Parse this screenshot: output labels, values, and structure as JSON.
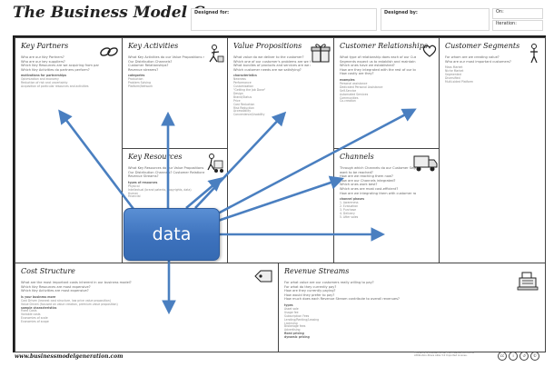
{
  "header": {
    "title": "The Business Model Canvas",
    "designed_for": "Designed for:",
    "designed_by": "Designed by:",
    "on": "On:",
    "iteration": "Iteration:"
  },
  "blocks": {
    "key_partners": {
      "title": "Key Partners",
      "questions": [
        "Who are our Key Partners?",
        "Who are our key suppliers?",
        "Which Key Resources are we acquiring from partners?",
        "Which Key Activities do partners perform?"
      ],
      "categories": [
        "motivations for partnerships",
        "Optimization and economy",
        "Reduction of risk and uncertainty",
        "Acquisition of particular resources and activities"
      ]
    },
    "key_activities": {
      "title": "Key Activities",
      "questions": [
        "What Key Activities do our Value Propositions require?",
        "Our Distribution Channels?",
        "Customer Relationships?",
        "Revenue streams?"
      ],
      "categories": [
        "categories",
        "Production",
        "Problem Solving",
        "Platform/Network"
      ]
    },
    "key_resources": {
      "title": "Key Resources",
      "questions": [
        "What Key Resources do our Value Propositions require?",
        "Our Distribution Channels? Customer Relationships?",
        "Revenue Streams?"
      ],
      "categories": [
        "types of resources",
        "Physical",
        "Intellectual (brand patents, copyrights, data)",
        "Human",
        "Financial"
      ]
    },
    "value_propositions": {
      "title": "Value Propositions",
      "questions": [
        "What value do we deliver to the customer?",
        "Which one of our customer's problems are we helping to solve?",
        "What bundles of products and services are we offering to each Customer Segment?",
        "Which customer needs are we satisfying?"
      ],
      "categories": [
        "characteristics",
        "Newness",
        "Performance",
        "Customization",
        "\"Getting the Job Done\"",
        "Design",
        "Brand/Status",
        "Price",
        "Cost Reduction",
        "Risk Reduction",
        "Accessibility",
        "Convenience/Usability"
      ]
    },
    "customer_relationships": {
      "title": "Customer Relationships",
      "questions": [
        "What type of relationship does each of our Customer",
        "Segments expect us to establish and maintain with them?",
        "Which ones have we established?",
        "How are they integrated with the rest of our business model?",
        "How costly are they?"
      ],
      "categories": [
        "examples",
        "Personal assistance",
        "Dedicated Personal Assistance",
        "Self-Service",
        "Automated Services",
        "Communities",
        "Co-creation"
      ]
    },
    "customer_segments": {
      "title": "Customer Segments",
      "questions": [
        "For whom are we creating value?",
        "Who are our most important customers?"
      ],
      "categories": [
        "Mass Market",
        "Niche Market",
        "Segmented",
        "Diversified",
        "Multi-sided Platform"
      ]
    },
    "channels": {
      "title": "Channels",
      "questions": [
        "Through which Channels do our Customer Segments",
        "want to be reached?",
        "How are we reaching them now?",
        "How are our Channels integrated?",
        "Which ones work best?",
        "Which ones are most cost-efficient?",
        "How are we integrating them with customer routines?"
      ],
      "categories": [
        "channel phases",
        "1. Awareness",
        "2. Evaluation",
        "3. Purchase",
        "4. Delivery",
        "5. After sales"
      ]
    },
    "cost_structure": {
      "title": "Cost Structure",
      "questions": [
        "What are the most important costs inherent in our business model?",
        "Which Key Resources are most expensive?",
        "Which Key Activities are most expensive?"
      ],
      "categories": [
        "is your business more",
        "Cost Driven (leanest cost structure, low price value proposition)",
        "Value Driven (focused on value creation, premium value proposition)",
        "sample characteristics",
        "Fixed Costs",
        "Variable costs",
        "Economies of scale",
        "Economies of scope"
      ]
    },
    "revenue_streams": {
      "title": "Revenue Streams",
      "questions": [
        "For what value are our customers really willing to pay?",
        "For what do they currently pay?",
        "How are they currently paying?",
        "How would they prefer to pay?",
        "How much does each Revenue Stream contribute to overall revenues?"
      ],
      "categories": [
        "types",
        "Asset sale",
        "Usage fee",
        "Subscription Fees",
        "Lending/Renting/Leasing",
        "Licensing",
        "Brokerage fees",
        "Advertising",
        "fixed pricing",
        "dynamic pricing"
      ]
    }
  },
  "overlay": {
    "data_label": "data",
    "color": "#3f74be",
    "arrow_color": "#4a7fc0"
  },
  "footer": {
    "url": "www.businessmodelgeneration.com",
    "license": "This work is licensed under the Creative Commons Attribution-Share Alike 3.0 Unported License."
  },
  "icons": [
    "chain-link-icon",
    "worker-icon",
    "forklift-worker-icon",
    "gift-icon",
    "heart-icon",
    "person-icon",
    "delivery-truck-icon",
    "price-tag-icon",
    "cash-register-icon",
    "creative-commons-icon"
  ]
}
